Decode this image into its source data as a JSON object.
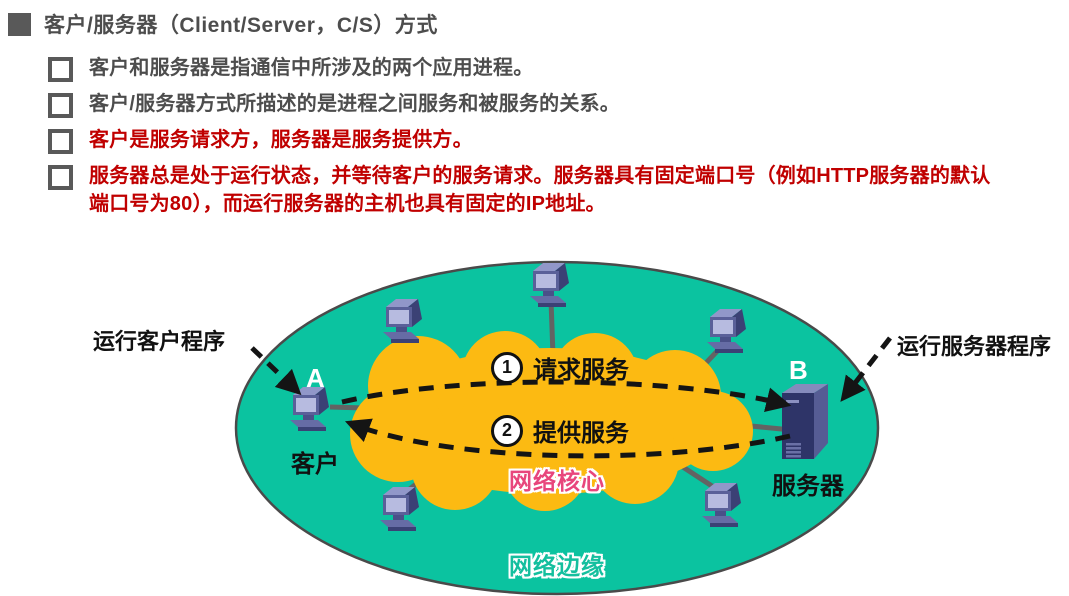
{
  "theme": {
    "heading_gray": "#4d4d4d",
    "square_gray": "#595959",
    "bullet_red": "#c00000",
    "ellipse_teal": "#0bc3a0",
    "ellipse_border": "#4a4a4a",
    "cloud_orange": "#fcba12",
    "core_pink": "#e8467c",
    "edge_teal": "#14bf9e",
    "cable_gray": "#636363",
    "arrow_black": "#141414"
  },
  "title": "客户/服务器（Client/Server，C/S）方式",
  "bullets": [
    {
      "text": "客户和服务器是指通信中所涉及的两个应用进程。",
      "color": "gray"
    },
    {
      "text": "客户/服务器方式所描述的是进程之间服务和被服务的关系。",
      "color": "gray"
    },
    {
      "text": "客户是服务请求方，服务器是服务提供方。",
      "color": "red"
    },
    {
      "text": "服务器总是处于运行状态，并等待客户的服务请求。服务器具有固定端口号（例如HTTP服务器的默认端口号为80），而运行服务器的主机也具有固定的IP地址。",
      "color": "red"
    }
  ],
  "diagram": {
    "caption_left": "运行客户程序",
    "caption_right": "运行服务器程序",
    "node_a": {
      "letter": "A",
      "label": "客户"
    },
    "node_b": {
      "letter": "B",
      "label": "服务器"
    },
    "flows": [
      {
        "num": "1",
        "label": "请求服务"
      },
      {
        "num": "2",
        "label": "提供服务"
      }
    ],
    "core_label": "网络核心",
    "edge_label": "网络边缘"
  }
}
